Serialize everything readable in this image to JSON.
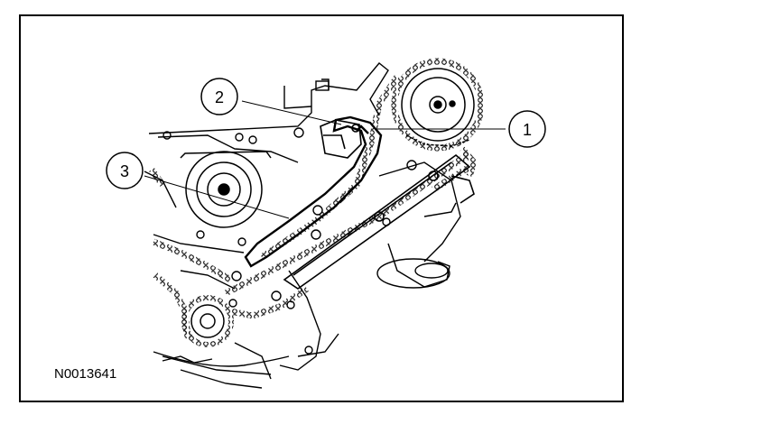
{
  "figure_id": "N0013641",
  "callouts": [
    {
      "number": "1"
    },
    {
      "number": "2"
    },
    {
      "number": "3"
    }
  ]
}
